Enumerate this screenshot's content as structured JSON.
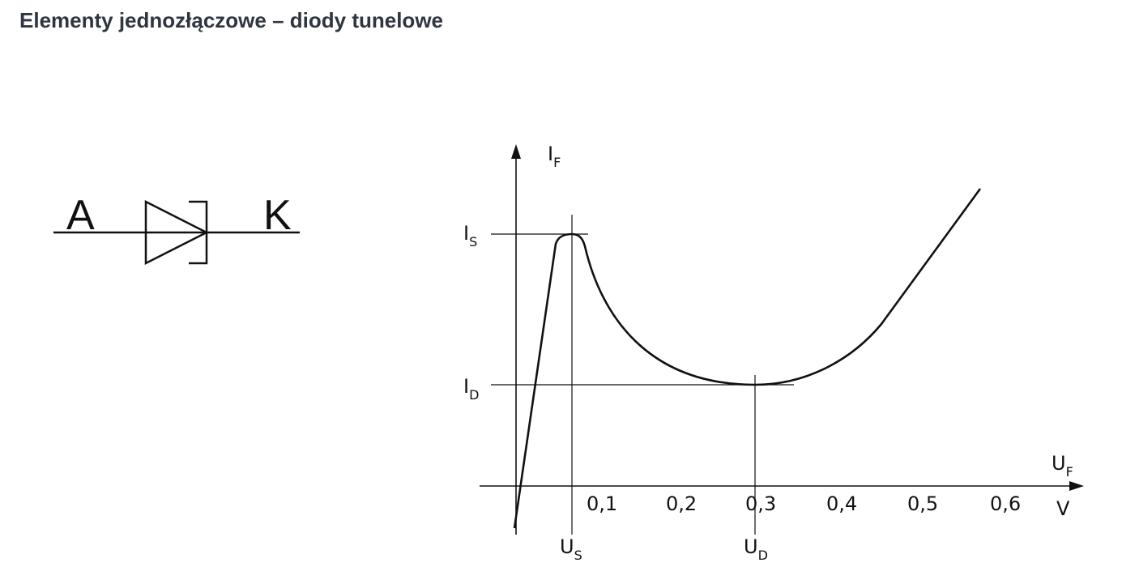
{
  "title": "Elementy jednozłączowe – diody tunelowe",
  "symbol": {
    "anode": "A",
    "cathode": "K"
  },
  "graph": {
    "y_axis": {
      "main": "I",
      "sub": "F"
    },
    "x_axis": {
      "main": "U",
      "sub": "F",
      "unit": "V"
    },
    "ticks": [
      "0,1",
      "0,2",
      "0,3",
      "0,4",
      "0,5",
      "0,6"
    ],
    "peak_current": {
      "main": "I",
      "sub": "S"
    },
    "valley_current": {
      "main": "I",
      "sub": "D"
    },
    "peak_voltage": {
      "main": "U",
      "sub": "S"
    },
    "valley_voltage": {
      "main": "U",
      "sub": "D"
    }
  }
}
